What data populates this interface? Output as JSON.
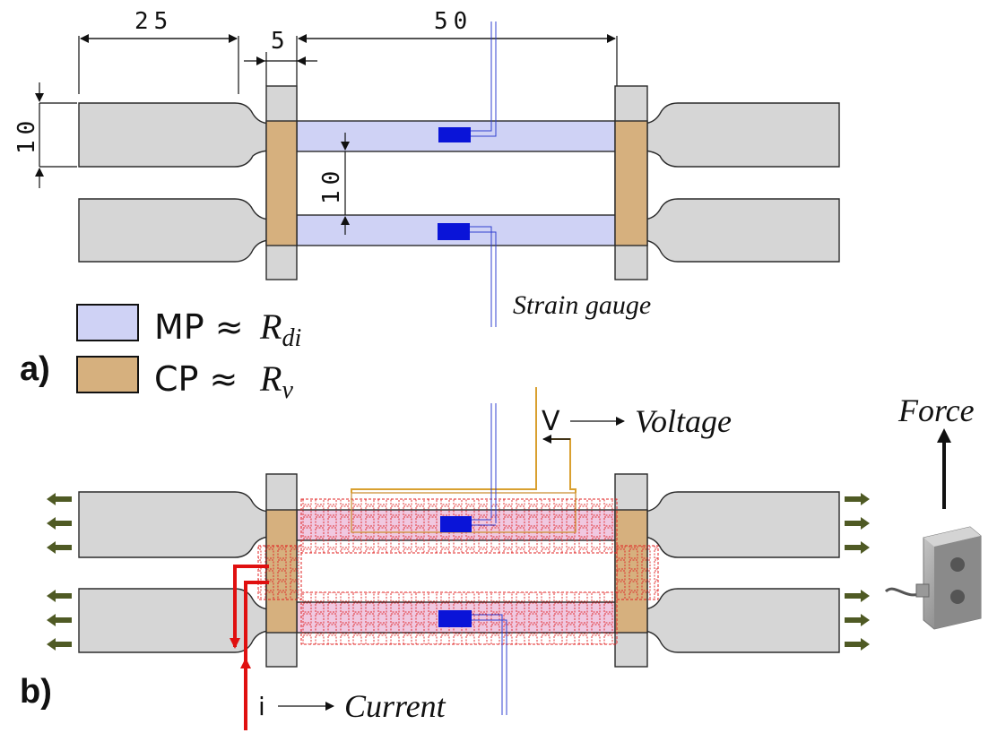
{
  "colors": {
    "grip": "#d6d6d6",
    "grip_stroke": "#2b2b2b",
    "measured_part": "#cfd2f5",
    "connecting_part": "#d6b07e",
    "gauge": "#0a14d8",
    "gauge_wire": "#3040d0",
    "voltage_wire": "#d9a030",
    "current_wire": "#e01010",
    "mesh": "#e02020",
    "arrow": "#4f5a24"
  },
  "icons": {
    "load_arrows": "arrow-icon",
    "load_cell": "load-cell-image"
  },
  "dimensions": {
    "grip_length": "25",
    "gap": "5",
    "gauge_length": "50",
    "strip_width": "10",
    "strip_spacing": "10"
  },
  "labels": {
    "strain_gauge": "Strain gauge",
    "panel_a": "a)",
    "panel_b": "b)",
    "force": "Force",
    "voltage_symbol": "V",
    "voltage": "Voltage",
    "current_symbol": "i",
    "current": "Current"
  },
  "legend": {
    "mp_label": "MP ≈",
    "mp_symbol": "R",
    "mp_sub": "di",
    "cp_label": "CP ≈",
    "cp_symbol": "R",
    "cp_sub": "v"
  }
}
